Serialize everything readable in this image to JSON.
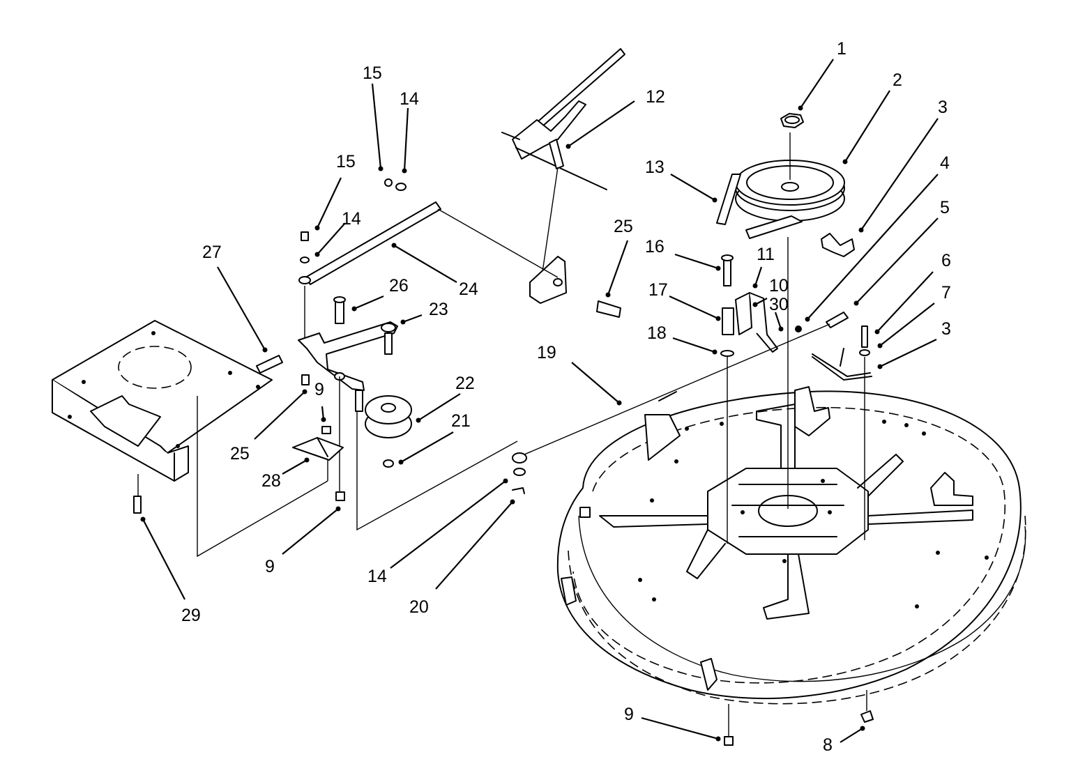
{
  "callouts": [
    {
      "num": "1"
    },
    {
      "num": "2"
    },
    {
      "num": "3"
    },
    {
      "num": "4"
    },
    {
      "num": "5"
    },
    {
      "num": "6"
    },
    {
      "num": "7"
    },
    {
      "num": "3"
    },
    {
      "num": "8"
    },
    {
      "num": "9"
    },
    {
      "num": "10"
    },
    {
      "num": "11"
    },
    {
      "num": "12"
    },
    {
      "num": "13"
    },
    {
      "num": "14"
    },
    {
      "num": "15"
    },
    {
      "num": "15"
    },
    {
      "num": "14"
    },
    {
      "num": "16"
    },
    {
      "num": "17"
    },
    {
      "num": "18"
    },
    {
      "num": "19"
    },
    {
      "num": "20"
    },
    {
      "num": "21"
    },
    {
      "num": "22"
    },
    {
      "num": "23"
    },
    {
      "num": "24"
    },
    {
      "num": "25"
    },
    {
      "num": "25"
    },
    {
      "num": "26"
    },
    {
      "num": "27"
    },
    {
      "num": "28"
    },
    {
      "num": "29"
    },
    {
      "num": "9"
    },
    {
      "num": "9"
    },
    {
      "num": "14"
    },
    {
      "num": "30"
    }
  ]
}
